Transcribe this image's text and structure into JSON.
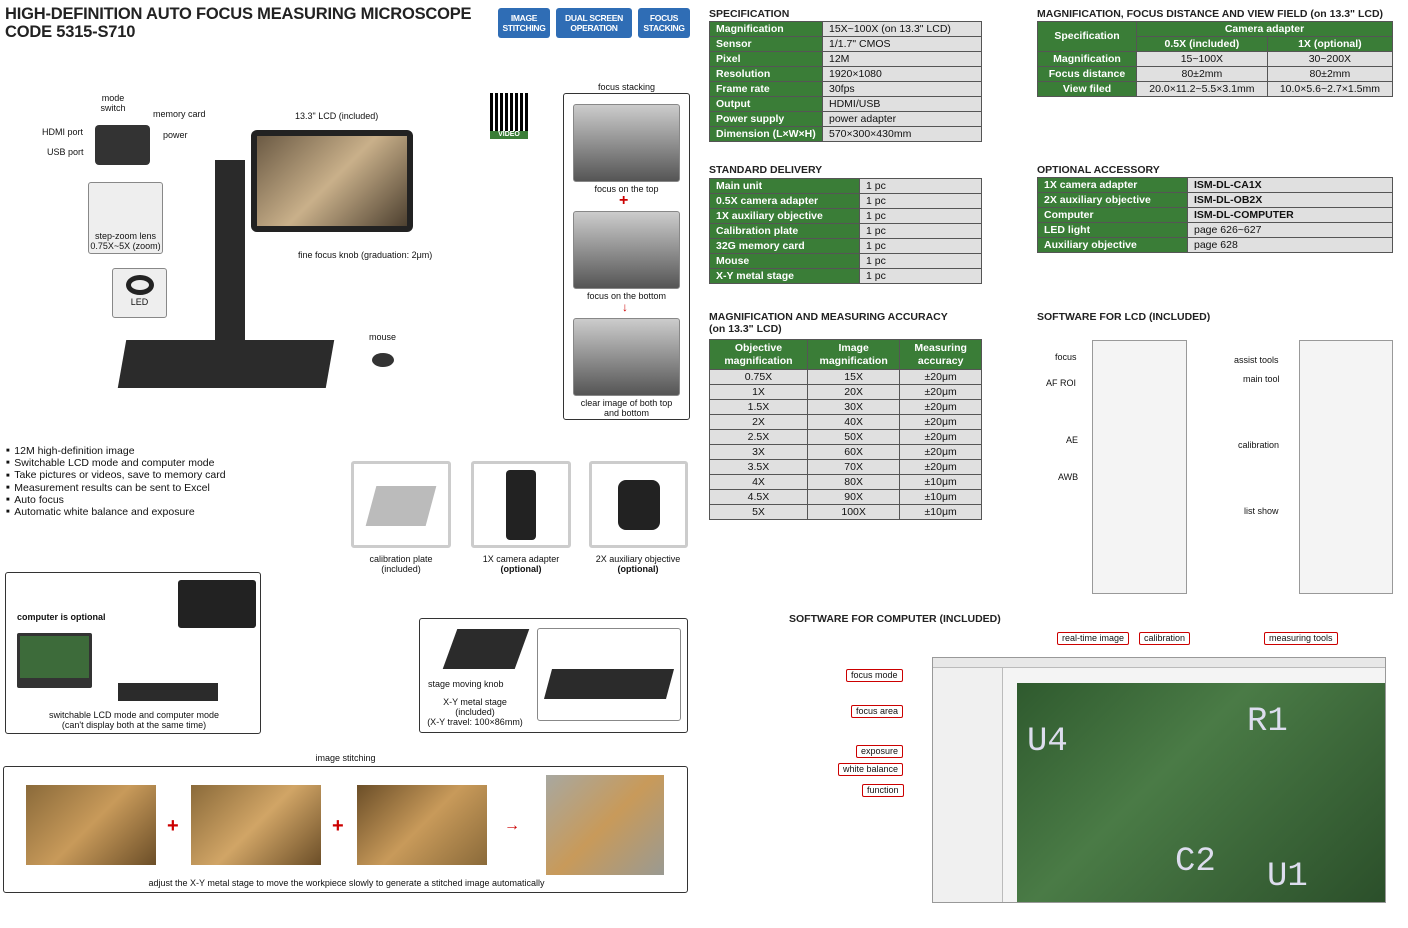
{
  "header": {
    "title_line1": "HIGH-DEFINITION AUTO FOCUS MEASURING MICROSCOPE",
    "title_line2": "CODE 5315-S710",
    "badges": [
      "IMAGE STITCHING",
      "DUAL SCREEN OPERATION",
      "FOCUS STACKING"
    ],
    "qr_label": "VIDEO"
  },
  "microscope": {
    "labels": {
      "mode_switch": "mode switch",
      "memory_card": "memory card",
      "hdmi_port": "HDMI port",
      "power": "power",
      "usb_port": "USB port",
      "lcd": "13.3\" LCD (included)",
      "step_zoom": "step-zoom lens 0.75X~5X (zoom)",
      "fine_focus": "fine focus knob (graduation: 2μm)",
      "led": "LED",
      "mouse": "mouse"
    }
  },
  "focus_stacking": {
    "title": "focus stacking",
    "captions": [
      "focus on the top",
      "focus on the bottom",
      "clear image of both top and bottom"
    ]
  },
  "features": [
    "12M high-definition image",
    "Switchable LCD mode and computer mode",
    "Take pictures or videos, save to memory card",
    "Measurement results can be sent to Excel",
    "Auto focus",
    "Automatic white balance and exposure"
  ],
  "accessories": [
    {
      "name": "calibration plate",
      "note": "(included)"
    },
    {
      "name": "1X camera adapter",
      "note": "(optional)"
    },
    {
      "name": "2X auxiliary objective",
      "note": "(optional)"
    }
  ],
  "computer_box": {
    "title": "computer is optional",
    "caption1": "switchable LCD mode and computer mode",
    "caption2": "(can't display both at the same time)"
  },
  "stage_box": {
    "knob": "stage moving knob",
    "stage": "X-Y metal stage",
    "included": "(included)",
    "travel": "(X-Y travel: 100×86mm)"
  },
  "stitching": {
    "title": "image stitching",
    "caption": "adjust the X-Y metal stage to move the workpiece slowly to generate a stitched image automatically"
  },
  "specification": {
    "title": "SPECIFICATION",
    "rows": [
      [
        "Magnification",
        "15X~100X (on 13.3\" LCD)"
      ],
      [
        "Sensor",
        "1/1.7\" CMOS"
      ],
      [
        "Pixel",
        "12M"
      ],
      [
        "Resolution",
        "1920×1080"
      ],
      [
        "Frame rate",
        "30fps"
      ],
      [
        "Output",
        "HDMI/USB"
      ],
      [
        "Power supply",
        "power adapter"
      ],
      [
        "Dimension (L×W×H)",
        "570×300×430mm"
      ]
    ]
  },
  "magfocus": {
    "title": "MAGNIFICATION, FOCUS DISTANCE AND VIEW FIELD (on 13.3\" LCD)",
    "spec": "Specification",
    "adapter": "Camera adapter",
    "cols": [
      "0.5X (included)",
      "1X (optional)"
    ],
    "rows": [
      [
        "Magnification",
        "15~100X",
        "30~200X"
      ],
      [
        "Focus distance",
        "80±2mm",
        "80±2mm"
      ],
      [
        "View filed",
        "20.0×11.2~5.5×3.1mm",
        "10.0×5.6~2.7×1.5mm"
      ]
    ]
  },
  "delivery": {
    "title": "STANDARD DELIVERY",
    "rows": [
      [
        "Main unit",
        "1 pc"
      ],
      [
        "0.5X camera adapter",
        "1 pc"
      ],
      [
        "1X auxiliary objective",
        "1 pc"
      ],
      [
        "Calibration plate",
        "1 pc"
      ],
      [
        "32G memory card",
        "1 pc"
      ],
      [
        "Mouse",
        "1 pc"
      ],
      [
        "X-Y metal stage",
        "1 pc"
      ]
    ]
  },
  "optional": {
    "title": "OPTIONAL  ACCESSORY",
    "rows": [
      [
        "1X camera adapter",
        "ISM-DL-CA1X"
      ],
      [
        "2X auxiliary objective",
        "ISM-DL-OB2X"
      ],
      [
        "Computer",
        "ISM-DL-COMPUTER"
      ],
      [
        "LED light",
        "page 626~627"
      ],
      [
        "Auxiliary objective",
        "page 628"
      ]
    ]
  },
  "accuracy": {
    "title1": "MAGNIFICATION AND MEASURING ACCURACY",
    "title2": "(on 13.3\" LCD)",
    "headers": [
      "Objective magnification",
      "Image magnification",
      "Measuring accuracy"
    ],
    "rows": [
      [
        "0.75X",
        "15X",
        "±20μm"
      ],
      [
        "1X",
        "20X",
        "±20μm"
      ],
      [
        "1.5X",
        "30X",
        "±20μm"
      ],
      [
        "2X",
        "40X",
        "±20μm"
      ],
      [
        "2.5X",
        "50X",
        "±20μm"
      ],
      [
        "3X",
        "60X",
        "±20μm"
      ],
      [
        "3.5X",
        "70X",
        "±20μm"
      ],
      [
        "4X",
        "80X",
        "±10μm"
      ],
      [
        "4.5X",
        "90X",
        "±10μm"
      ],
      [
        "5X",
        "100X",
        "±10μm"
      ]
    ]
  },
  "software_lcd": {
    "title": "SOFTWARE FOR LCD (INCLUDED)",
    "left_labels": [
      "focus",
      "AF ROI",
      "AE",
      "AWB"
    ],
    "right_labels": [
      "assist tools",
      "main tool",
      "calibration",
      "list show"
    ]
  },
  "software_pc": {
    "title": "SOFTWARE FOR COMPUTER (INCLUDED)",
    "top_tags": [
      "real-time image",
      "calibration",
      "measuring tools"
    ],
    "left_tags": [
      "focus mode",
      "focus area",
      "exposure",
      "white balance",
      "function"
    ],
    "pcb_marks": [
      "U4",
      "R1",
      "C2",
      "U1"
    ]
  },
  "colors": {
    "green": "#3a7d37",
    "blue": "#2f6db5",
    "red": "#cc0000"
  }
}
